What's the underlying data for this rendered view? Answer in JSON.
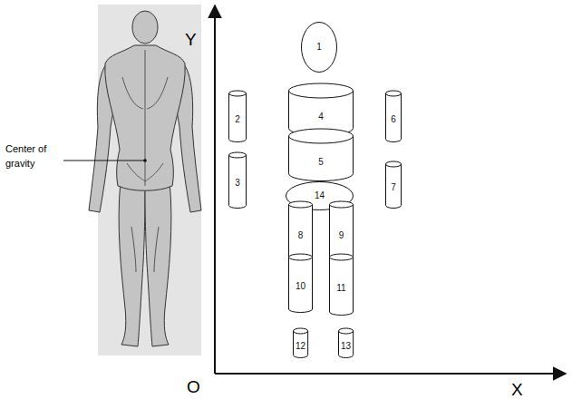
{
  "diagram": {
    "nodes": [
      {
        "text": [
          "1"
        ]
      },
      {
        "text": [
          "2"
        ]
      },
      {
        "text": [
          "4"
        ]
      },
      {
        "text": [
          "6"
        ]
      },
      {
        "text": [
          "5"
        ]
      },
      {
        "text": [
          "3"
        ]
      },
      {
        "text": [
          "7"
        ]
      },
      {
        "text": [
          "14"
        ]
      },
      {
        "text": [
          "8"
        ]
      },
      {
        "text": [
          "9"
        ]
      },
      {
        "text": [
          "10"
        ]
      },
      {
        "text": [
          "11"
        ]
      },
      {
        "text": [
          "12"
        ]
      },
      {
        "text": [
          "13"
        ]
      }
    ],
    "labels": [
      "Center of gravity",
      "Y",
      "O",
      "X"
    ]
  }
}
